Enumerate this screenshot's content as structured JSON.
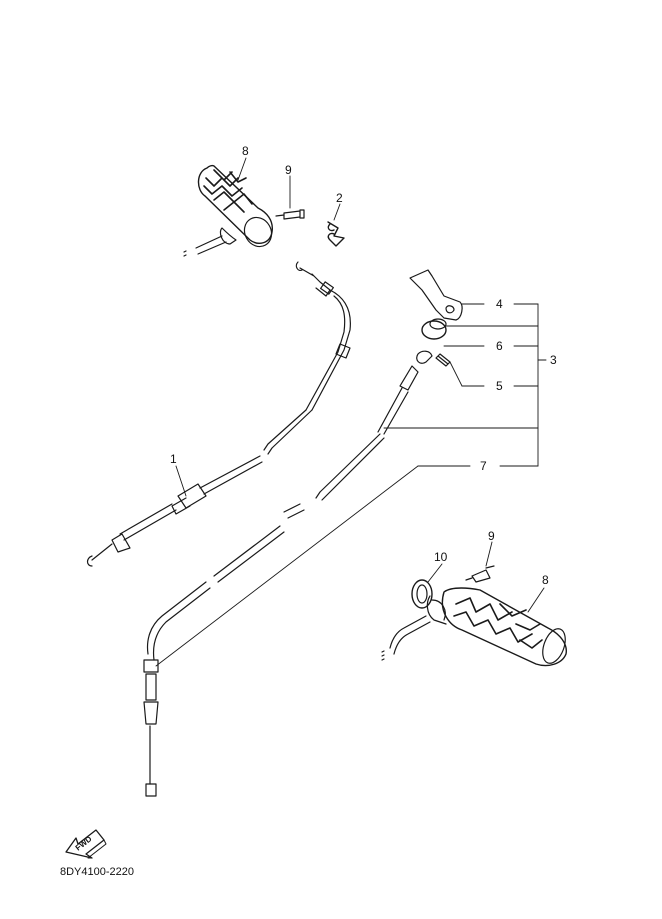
{
  "diagram": {
    "callouts": {
      "c1": "1",
      "c2": "2",
      "c3": "3",
      "c4": "4",
      "c5": "5",
      "c6": "6",
      "c7": "7",
      "c8_top": "8",
      "c8_bottom": "8",
      "c9_top": "9",
      "c9_bottom": "9",
      "c10": "10"
    },
    "direction_label": "FWD",
    "diagram_code": "8DY4100-2220"
  },
  "colors": {
    "line": "#1a1a1a",
    "background": "#ffffff"
  }
}
